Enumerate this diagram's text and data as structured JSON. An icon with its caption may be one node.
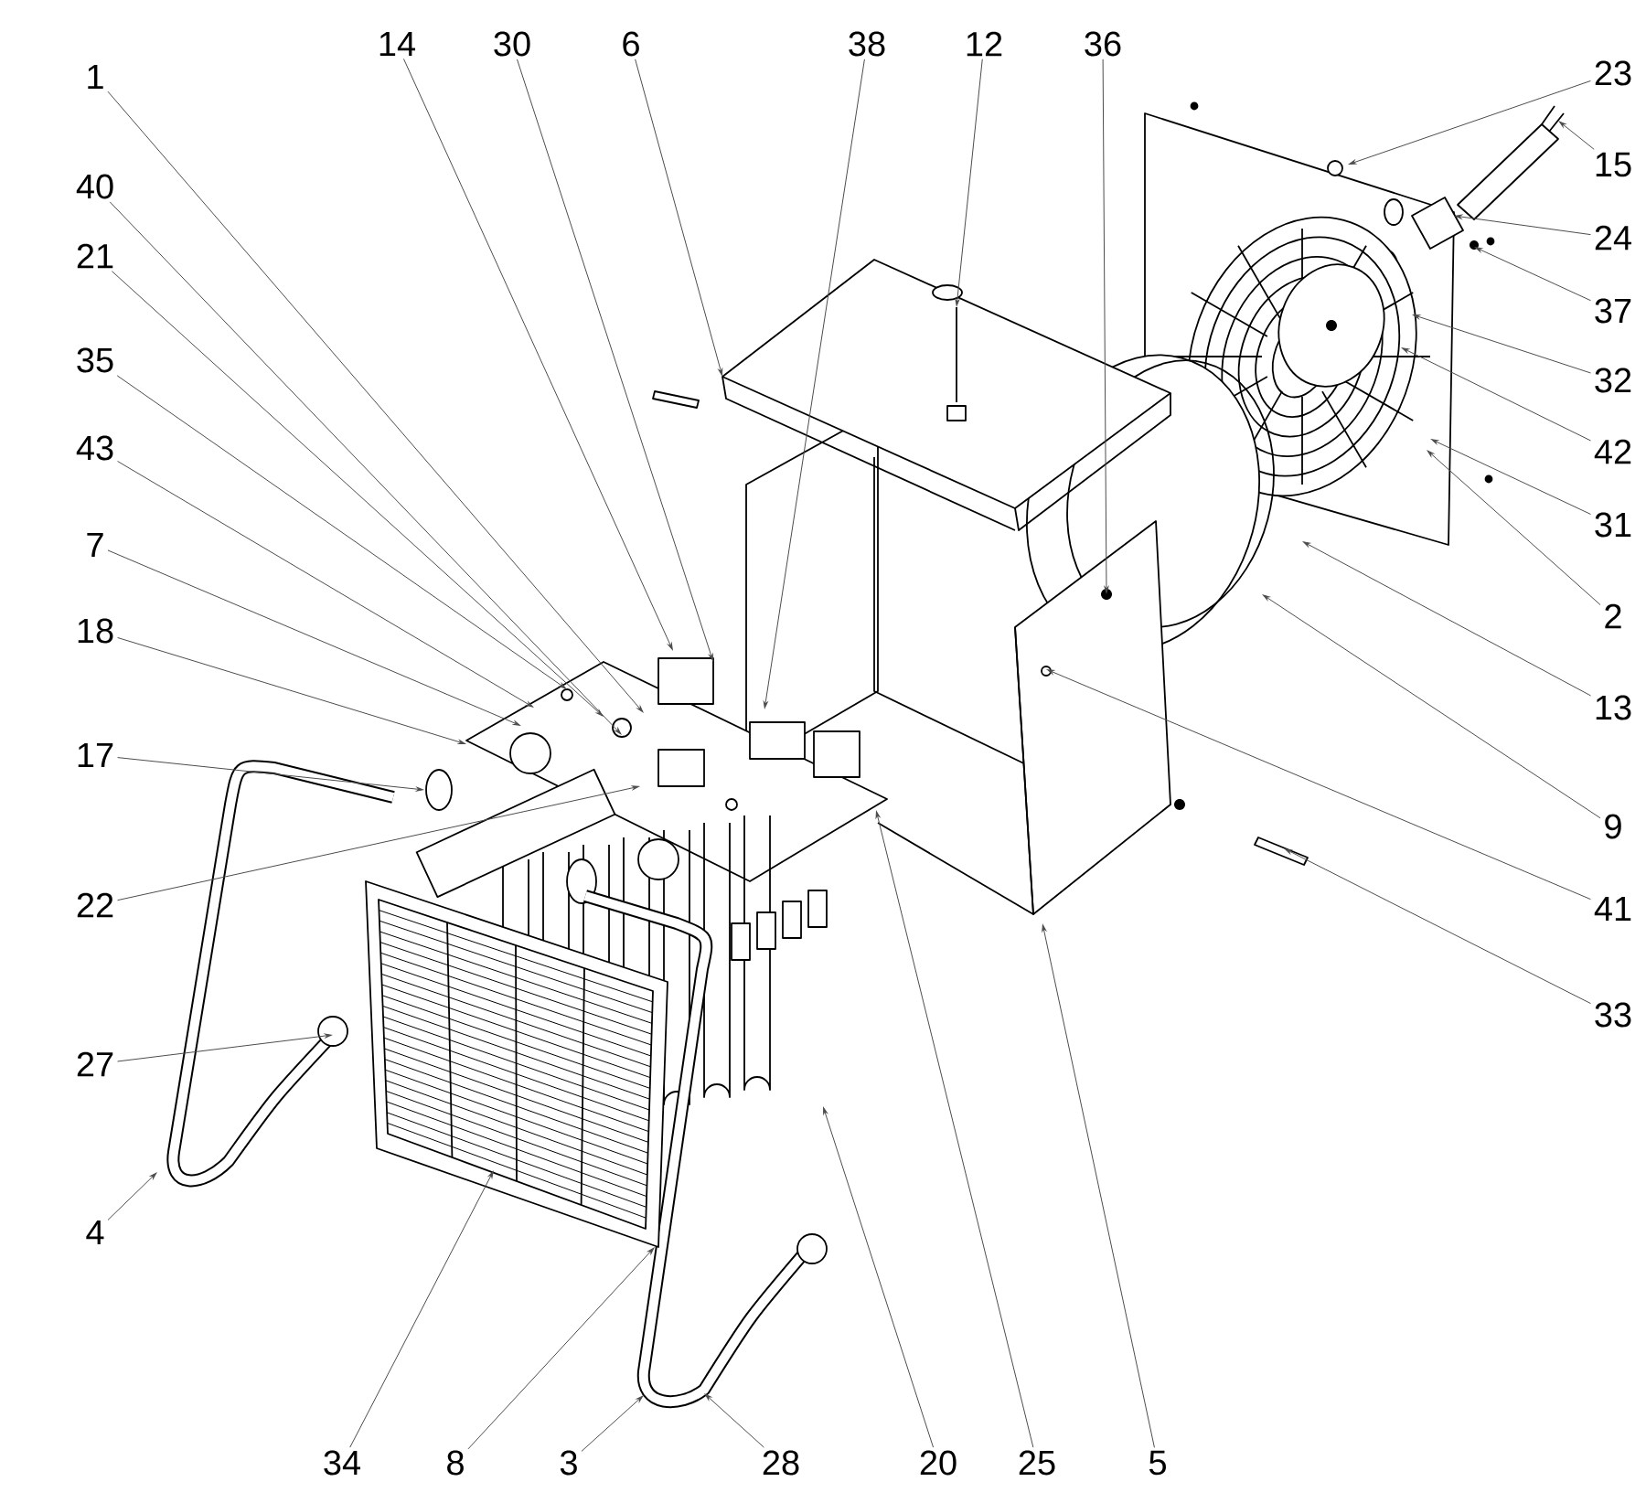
{
  "diagram": {
    "nodes": [
      {
        "text": [
          "14"
        ]
      },
      {
        "text": [
          "30"
        ]
      },
      {
        "text": [
          "6"
        ]
      },
      {
        "text": [
          "38"
        ]
      },
      {
        "text": [
          "12"
        ]
      },
      {
        "text": [
          "36"
        ]
      },
      {
        "text": [
          "1"
        ]
      },
      {
        "text": [
          "40"
        ]
      },
      {
        "text": [
          "21"
        ]
      },
      {
        "text": [
          "35"
        ]
      },
      {
        "text": [
          "43"
        ]
      },
      {
        "text": [
          "7"
        ]
      },
      {
        "text": [
          "18"
        ]
      },
      {
        "text": [
          "17"
        ]
      },
      {
        "text": [
          "22"
        ]
      },
      {
        "text": [
          "27"
        ]
      },
      {
        "text": [
          "4"
        ]
      },
      {
        "text": [
          "23"
        ]
      },
      {
        "text": [
          "15"
        ]
      },
      {
        "text": [
          "24"
        ]
      },
      {
        "text": [
          "37"
        ]
      },
      {
        "text": [
          "32"
        ]
      },
      {
        "text": [
          "42"
        ]
      },
      {
        "text": [
          "31"
        ]
      },
      {
        "text": [
          "2"
        ]
      },
      {
        "text": [
          "13"
        ]
      },
      {
        "text": [
          "9"
        ]
      },
      {
        "text": [
          "41"
        ]
      },
      {
        "text": [
          "33"
        ]
      },
      {
        "text": [
          "34"
        ]
      },
      {
        "text": [
          "8"
        ]
      },
      {
        "text": [
          "3"
        ]
      },
      {
        "text": [
          "28"
        ]
      },
      {
        "text": [
          "20"
        ]
      },
      {
        "text": [
          "25"
        ]
      },
      {
        "text": [
          "5"
        ]
      }
    ],
    "edges": [
      {
        "from": 0,
        "to": null,
        "arrow": "to"
      },
      {
        "from": 1,
        "to": null,
        "arrow": "to"
      },
      {
        "from": 2,
        "to": null,
        "arrow": "to"
      },
      {
        "from": 3,
        "to": null,
        "arrow": "to"
      },
      {
        "from": 4,
        "to": null,
        "arrow": "to"
      },
      {
        "from": 5,
        "to": null,
        "arrow": "to"
      },
      {
        "from": 6,
        "to": null,
        "arrow": "to"
      },
      {
        "from": 7,
        "to": null,
        "arrow": "to"
      },
      {
        "from": 8,
        "to": null,
        "arrow": "to"
      },
      {
        "from": 9,
        "to": null,
        "arrow": "to"
      },
      {
        "from": 10,
        "to": null,
        "arrow": "to"
      },
      {
        "from": 11,
        "to": null,
        "arrow": "to"
      },
      {
        "from": 12,
        "to": null,
        "arrow": "to"
      },
      {
        "from": 13,
        "to": null,
        "arrow": "to"
      },
      {
        "from": 14,
        "to": null,
        "arrow": "to"
      },
      {
        "from": 15,
        "to": null,
        "arrow": "to"
      },
      {
        "from": 16,
        "to": null,
        "arrow": "to"
      },
      {
        "from": 17,
        "to": null,
        "arrow": "to"
      },
      {
        "from": 18,
        "to": null,
        "arrow": "to"
      },
      {
        "from": 19,
        "to": null,
        "arrow": "to"
      },
      {
        "from": 20,
        "to": null,
        "arrow": "to"
      },
      {
        "from": 21,
        "to": null,
        "arrow": "to"
      },
      {
        "from": 22,
        "to": null,
        "arrow": "to"
      },
      {
        "from": 23,
        "to": null,
        "arrow": "to"
      },
      {
        "from": 24,
        "to": null,
        "arrow": "to"
      },
      {
        "from": 25,
        "to": null,
        "arrow": "to"
      },
      {
        "from": 26,
        "to": null,
        "arrow": "to"
      },
      {
        "from": 27,
        "to": null,
        "arrow": "to"
      },
      {
        "from": 28,
        "to": null,
        "arrow": "to"
      },
      {
        "from": 29,
        "to": null,
        "arrow": "to"
      },
      {
        "from": 30,
        "to": null,
        "arrow": "to"
      },
      {
        "from": 31,
        "to": null,
        "arrow": "to"
      },
      {
        "from": 32,
        "to": null,
        "arrow": "to"
      },
      {
        "from": 33,
        "to": null,
        "arrow": "to"
      },
      {
        "from": 34,
        "to": null,
        "arrow": "to"
      },
      {
        "from": 35,
        "to": null,
        "arrow": "to"
      }
    ]
  }
}
